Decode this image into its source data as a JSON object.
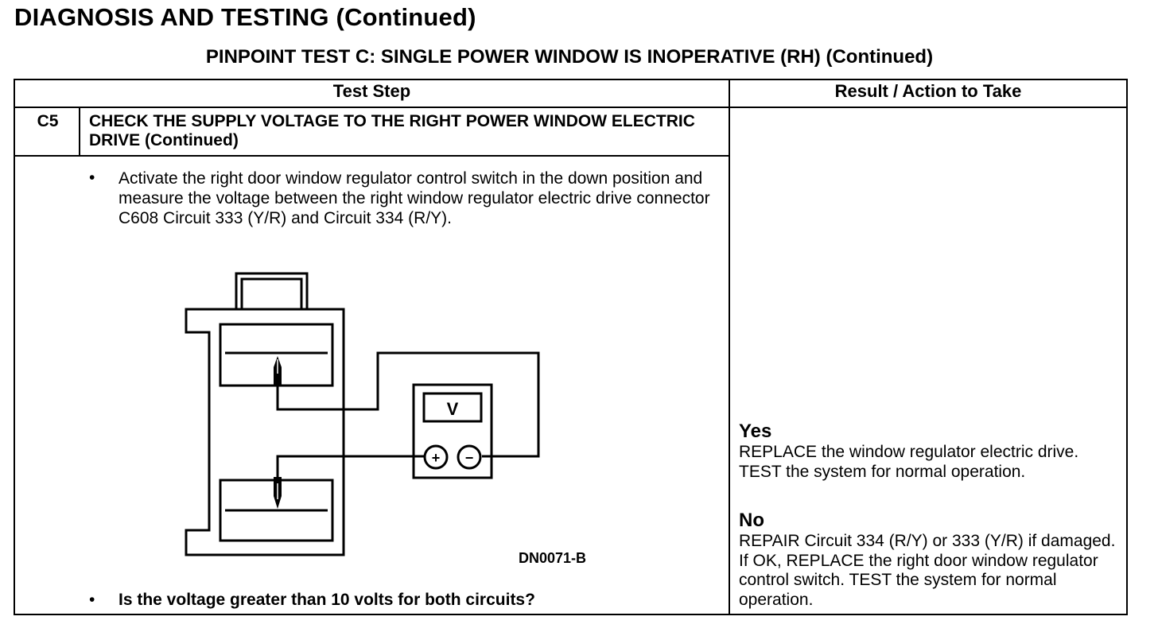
{
  "page_heading": "DIAGNOSIS AND TESTING (Continued)",
  "test_title": "PINPOINT TEST C: SINGLE POWER WINDOW IS INOPERATIVE (RH) (Continued)",
  "table": {
    "col_test_step": "Test Step",
    "col_result": "Result / Action to Take"
  },
  "step": {
    "id": "C5",
    "title": "CHECK THE SUPPLY VOLTAGE TO THE RIGHT POWER WINDOW ELECTRIC DRIVE (Continued)",
    "bullet_glyph": "•",
    "instruction": "Activate the right door window regulator control switch in the down position and measure the voltage between the right window regulator electric drive connector C608 Circuit 333 (Y/R) and Circuit 334 (R/Y).",
    "question": "Is the voltage greater than 10 volts for both circuits?"
  },
  "figure": {
    "code": "DN0071-B",
    "meter_label": "V",
    "plus_label": "+",
    "minus_label": "−"
  },
  "results": {
    "yes_label": "Yes",
    "yes_text": "REPLACE the window regulator electric drive. TEST the system for normal operation.",
    "no_label": "No",
    "no_text": "REPAIR Circuit 334 (R/Y) or 333 (Y/R) if damaged. If OK, REPLACE the right door window regulator control switch. TEST the system for normal operation."
  }
}
